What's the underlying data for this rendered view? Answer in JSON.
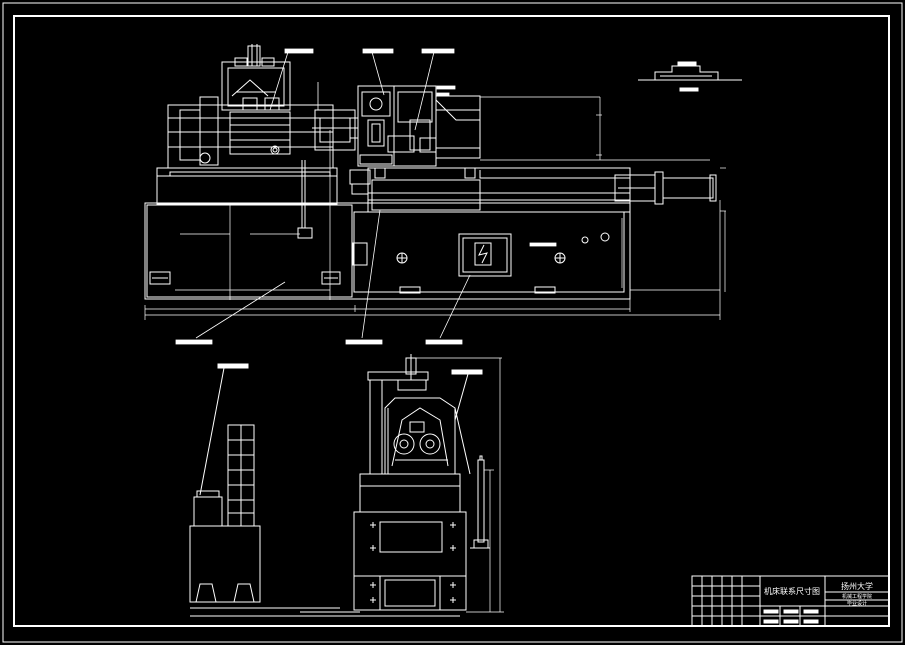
{
  "colors": {
    "background": "#000000",
    "line": "#ffffff",
    "hatch": "#cccccc"
  },
  "title_block": {
    "drawing_title": "机床联系尺寸图",
    "school": "扬州大学",
    "dept": "机械工程学院",
    "drawing_no": "毕业设计"
  }
}
